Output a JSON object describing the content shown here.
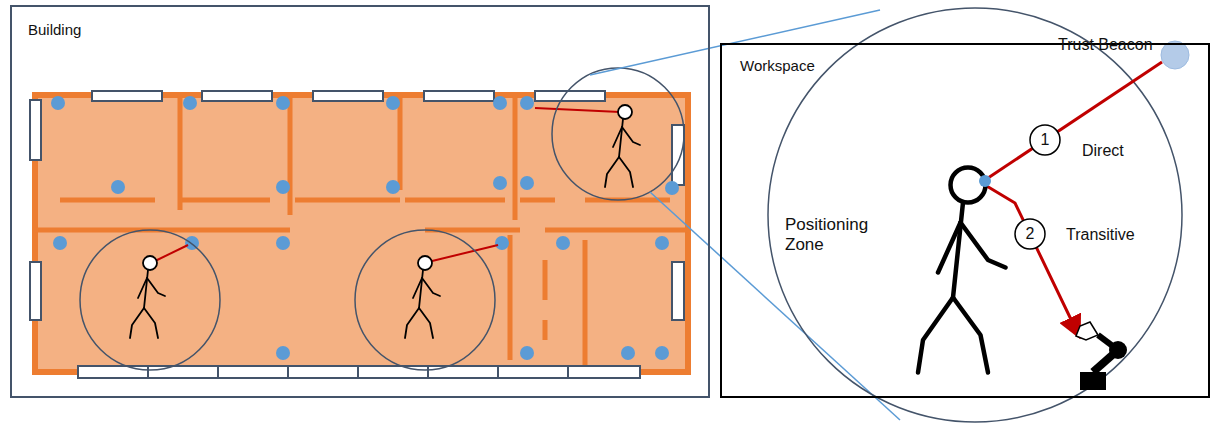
{
  "diagram": {
    "nodes": [
      {
        "text": [
          "Building"
        ]
      },
      {
        "text": [
          "Workspace"
        ]
      }
    ],
    "labels": [
      "Trust Beacon",
      "1",
      "Direct",
      "2",
      "Transitive",
      "Positioning Zone"
    ]
  }
}
